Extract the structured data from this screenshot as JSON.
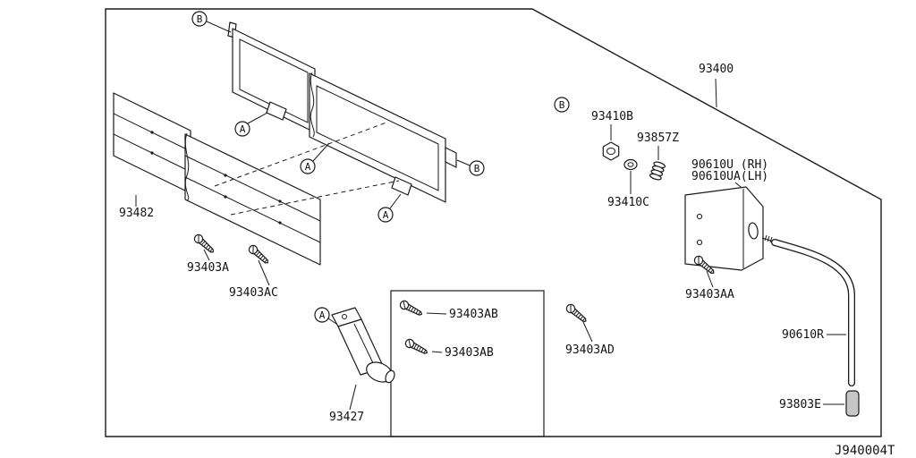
{
  "diagram": {
    "code": "J940004T",
    "callout_a": "A",
    "callout_b": "B",
    "parts": {
      "assembly": "93400",
      "panel": "93482",
      "bolt_a": "93403A",
      "bolt_ac": "93403AC",
      "bracket": "93427",
      "screw_ab": "93403AB",
      "bolt_ad": "93403AD",
      "nut": "93410B",
      "washer": "93410C",
      "spring": "93857Z",
      "stopper_rh": "90610U (RH)",
      "stopper_lh": "90610UA(LH)",
      "bolt_aa": "93403AA",
      "rod": "90610R",
      "cap": "93803E"
    }
  }
}
